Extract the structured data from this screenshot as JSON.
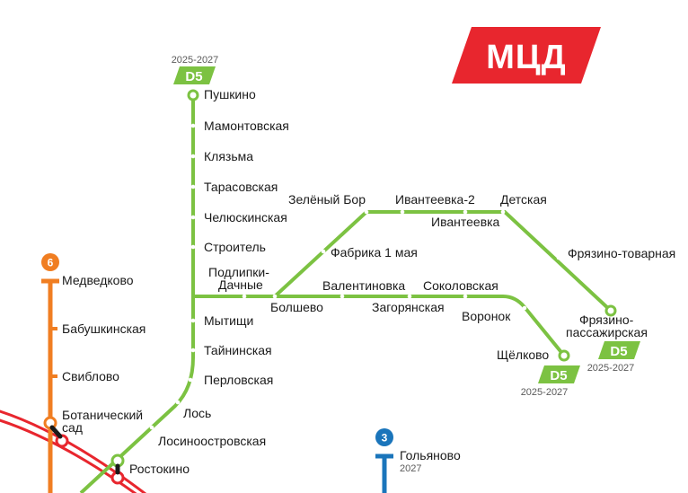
{
  "logo": {
    "text": "МЦД",
    "color": "#e8262e"
  },
  "colors": {
    "d5": "#7cc242",
    "line6": "#f07e22",
    "line3": "#1a75bb",
    "ring": "#e8262e"
  },
  "d5": {
    "badge": "D5",
    "years": "2025-2027",
    "stations": {
      "pushkino": "Пушкино",
      "mamontovskaya": "Мамонтовская",
      "klyazma": "Клязьма",
      "tarasovskaya": "Тарасовская",
      "chelyuskinskaya": "Челюскинская",
      "stroitel": "Строитель",
      "podlipki_1": "Подлипки-",
      "podlipki_2": "Дачные",
      "bolshevo": "Болшево",
      "mytishchi": "Мытищи",
      "tayninskaya": "Тайнинская",
      "perlovskaya": "Перловская",
      "los": "Лось",
      "losinoostrovskaya": "Лосиноостровская",
      "rostokino": "Ростокино",
      "fabrika": "Фабрика 1 мая",
      "zelenyy_bor": "Зелёный Бор",
      "ivanteevka2": "Ивантеевка-2",
      "ivanteevka": "Ивантеевка",
      "detskaya": "Детская",
      "fryazino_tov": "Фрязино-товарная",
      "fryazino_pass_1": "Фрязино-",
      "fryazino_pass_2": "пассажирская",
      "valentinovka": "Валентиновка",
      "zagoryanskaya": "Загорянская",
      "sokolovskaya": "Соколовская",
      "voronok": "Воронок",
      "shchelkovo": "Щёлково"
    }
  },
  "line6": {
    "number": "6",
    "stations": {
      "medvedkovo": "Медведково",
      "babushkinskaya": "Бабушкинская",
      "sviblovo": "Свиблово",
      "botanichesky_1": "Ботанический",
      "botanichesky_2": "сад"
    }
  },
  "line3": {
    "number": "3",
    "station": "Гольяново",
    "year": "2027"
  }
}
